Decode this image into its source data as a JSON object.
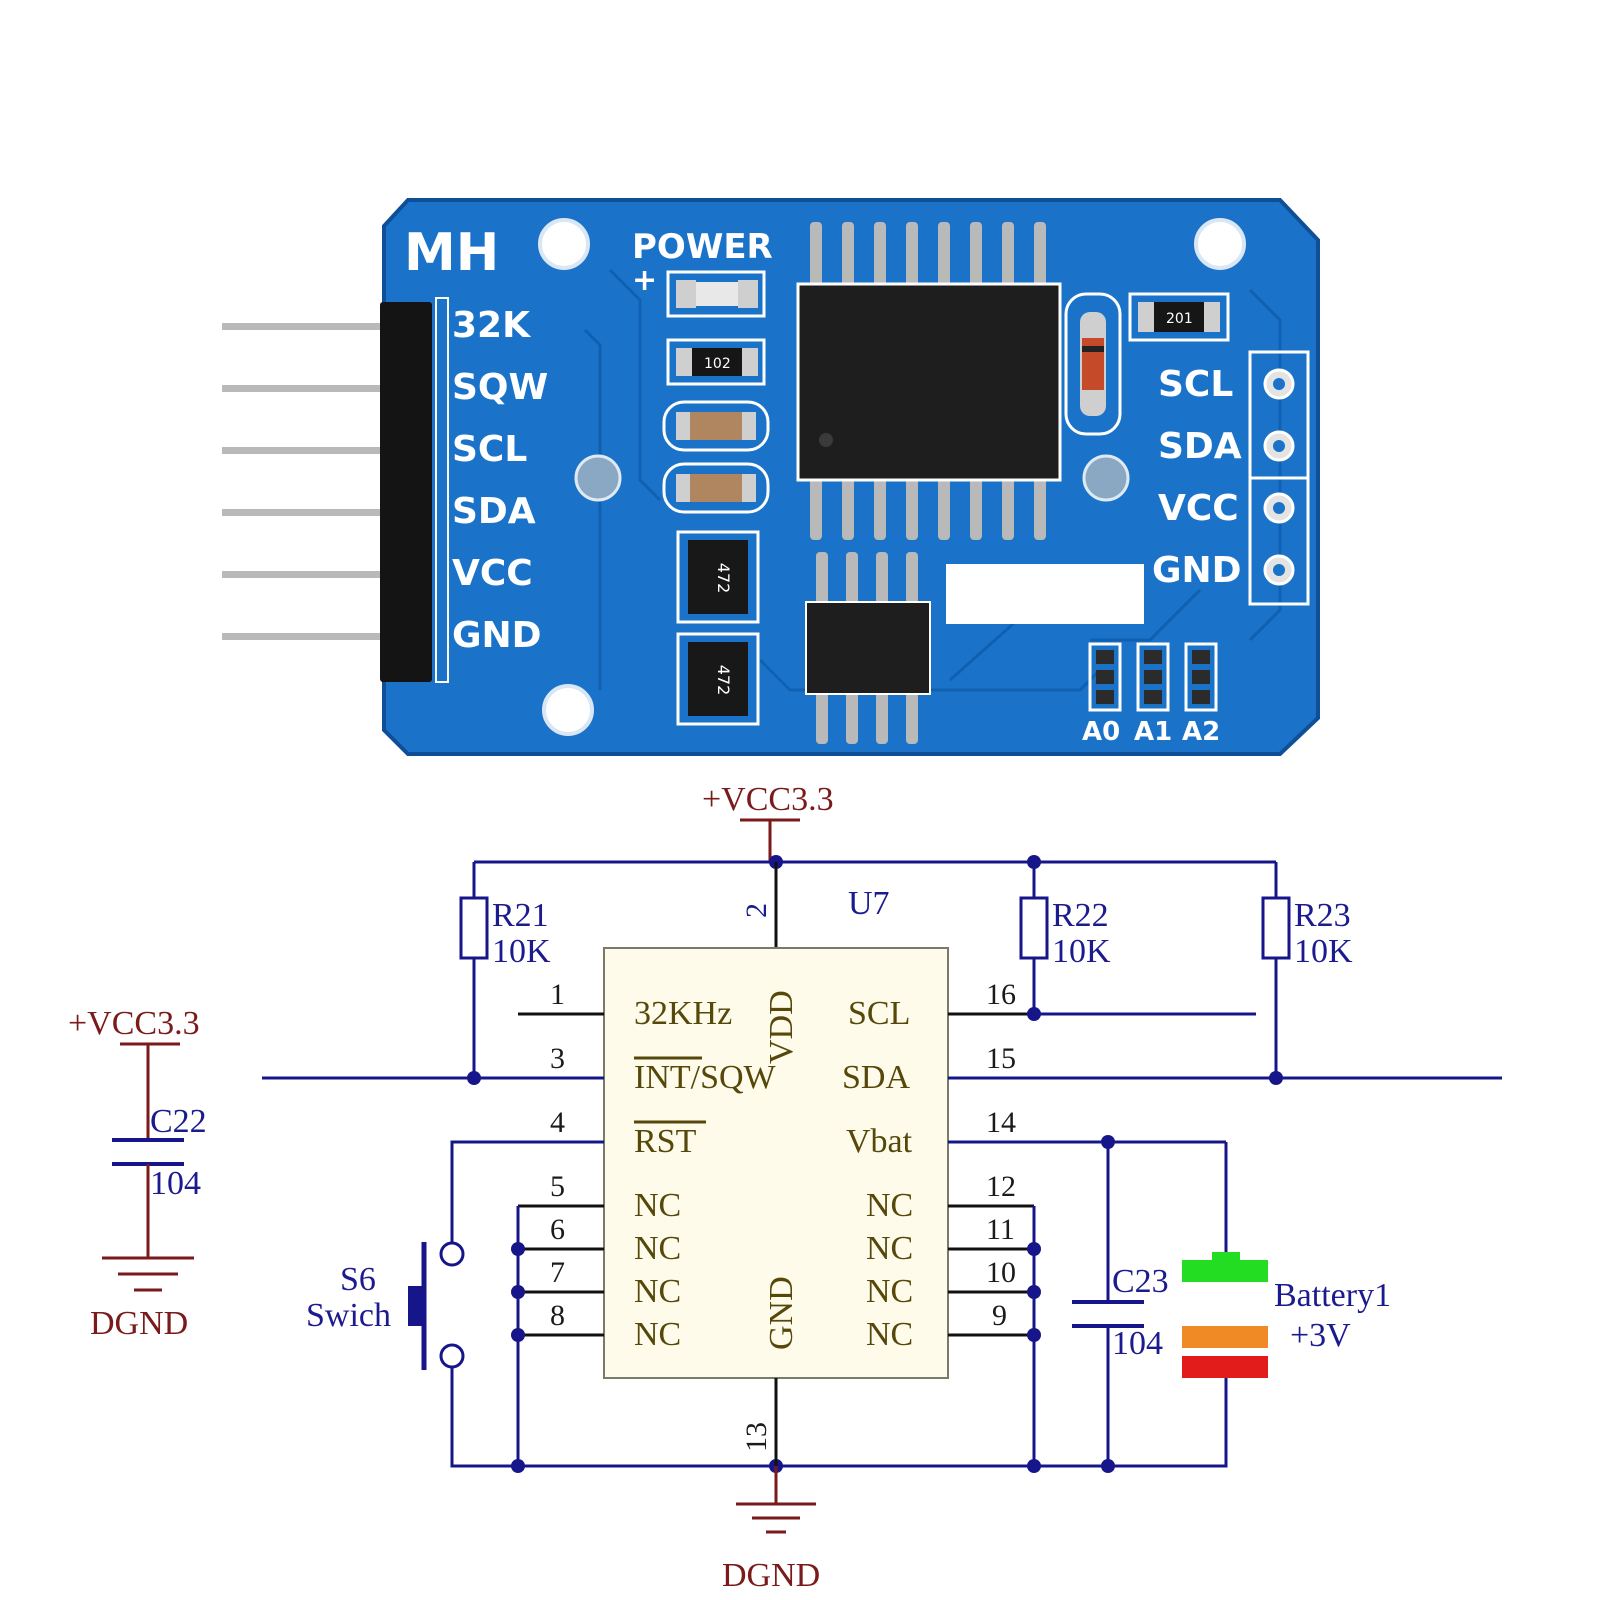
{
  "board": {
    "brand": "MH",
    "power_label": "POWER",
    "power_polarity": "+",
    "left_header_pins": [
      "32K",
      "SQW",
      "SCL",
      "SDA",
      "VCC",
      "GND"
    ],
    "right_header_pins": [
      "SCL",
      "SDA",
      "VCC",
      "GND"
    ],
    "address_pads": [
      "A0",
      "A1",
      "A2"
    ],
    "resistor_codes": {
      "r_power": "102",
      "r_top": "201",
      "r_array_1": "472",
      "r_array_2": "472"
    },
    "colors": {
      "pcb": "#1a73c9",
      "pcb_edge": "#0f4f97",
      "silk": "#ffffff",
      "ic_body": "#1e1e1e",
      "pin_metal": "#b9b9b9"
    }
  },
  "schematic": {
    "supply_top": "+VCC3.3",
    "supply_left": "+VCC3.3",
    "ic_ref": "U7",
    "ic_vdd": "VDD",
    "ic_gnd": "GND",
    "vdd_pin_no": "2",
    "gnd_pin_no": "13",
    "left_pins": [
      {
        "no": "1",
        "name": "32KHz"
      },
      {
        "no": "3",
        "name": "INT/SQW"
      },
      {
        "no": "4",
        "name": "RST"
      },
      {
        "no": "5",
        "name": "NC"
      },
      {
        "no": "6",
        "name": "NC"
      },
      {
        "no": "7",
        "name": "NC"
      },
      {
        "no": "8",
        "name": "NC"
      }
    ],
    "right_pins": [
      {
        "no": "16",
        "name": "SCL"
      },
      {
        "no": "15",
        "name": "SDA"
      },
      {
        "no": "14",
        "name": "Vbat"
      },
      {
        "no": "12",
        "name": "NC"
      },
      {
        "no": "11",
        "name": "NC"
      },
      {
        "no": "10",
        "name": "NC"
      },
      {
        "no": "9",
        "name": "NC"
      }
    ],
    "r21": {
      "ref": "R21",
      "value": "10K"
    },
    "r22": {
      "ref": "R22",
      "value": "10K"
    },
    "r23": {
      "ref": "R23",
      "value": "10K"
    },
    "c22": {
      "ref": "C22",
      "value": "104"
    },
    "c23": {
      "ref": "C23",
      "value": "104"
    },
    "switch": {
      "ref": "S6",
      "name": "Swich"
    },
    "battery": {
      "ref": "Battery1",
      "value": "+3V"
    },
    "ground_left": "DGND",
    "ground_bottom": "DGND",
    "colors": {
      "wire": "#16168a",
      "ic_fill": "#fffbea",
      "power_symbol": "#7a1a1a",
      "battery_top": "#22dd22",
      "battery_mid": "#f08a24",
      "battery_bot": "#e21b1b"
    }
  }
}
